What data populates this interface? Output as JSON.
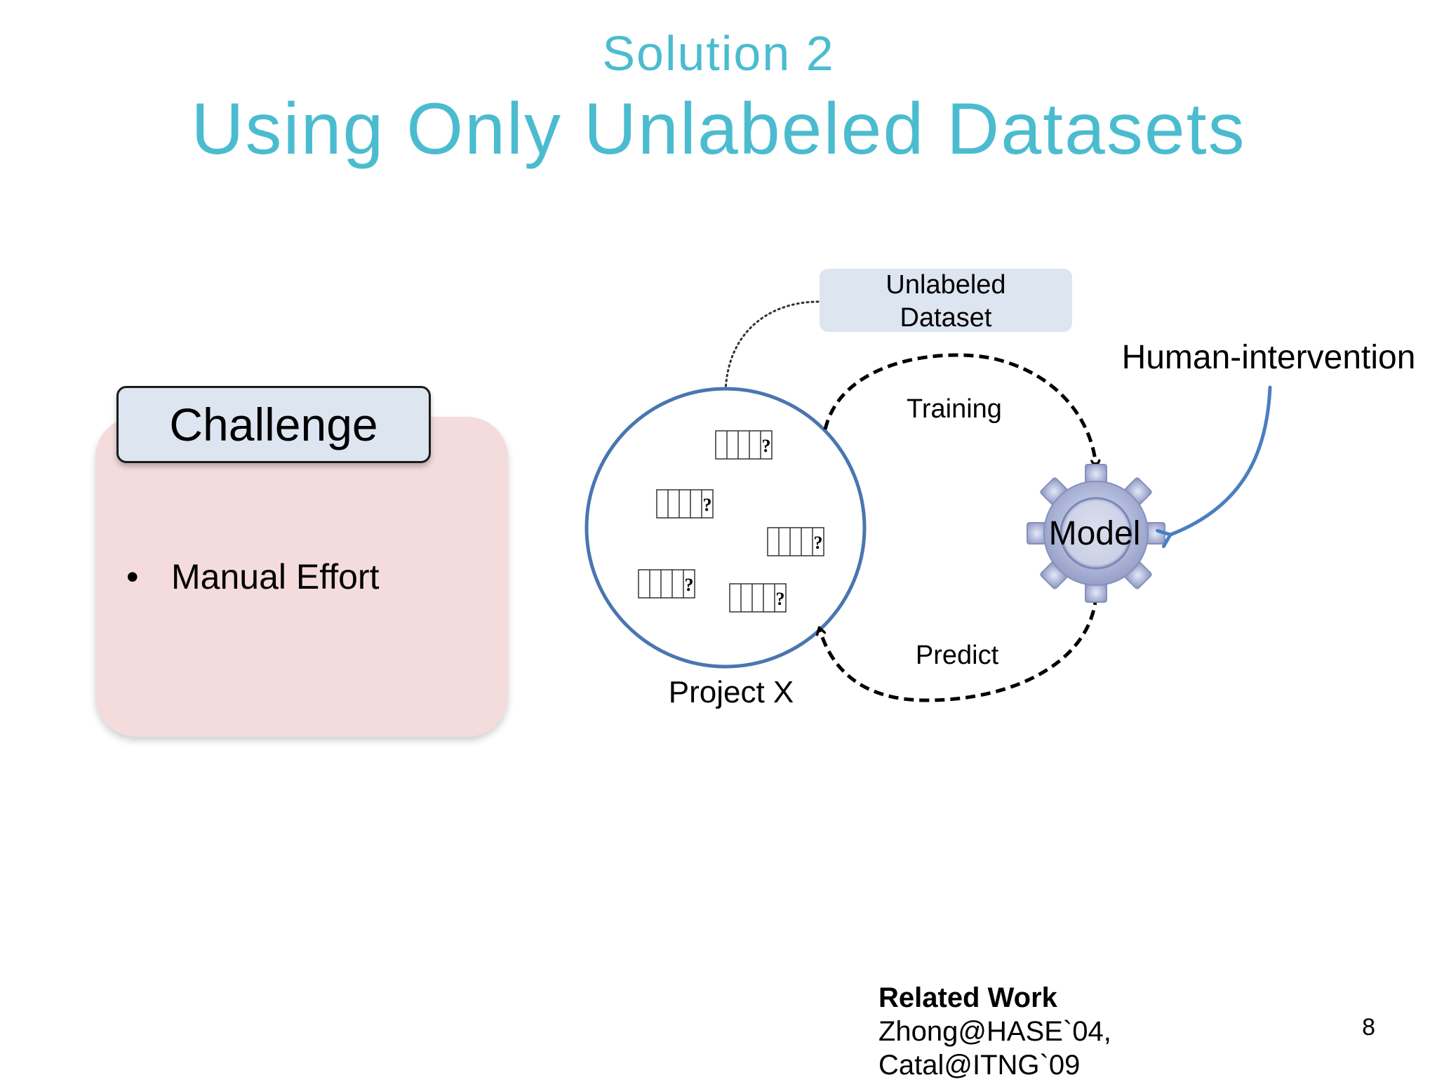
{
  "slide": {
    "subtitle": "Solution 2",
    "title": "Using Only Unlabeled Datasets",
    "page_number": "8"
  },
  "challenge": {
    "header": "Challenge",
    "bullet": "•",
    "items": [
      "Manual Effort"
    ]
  },
  "diagram": {
    "dataset_label_line1": "Unlabeled",
    "dataset_label_line2": "Dataset",
    "project_label": "Project X",
    "instance_symbol": "?",
    "training_label": "Training",
    "predict_label": "Predict",
    "model_label": "Model",
    "human_label": "Human-intervention"
  },
  "related_work": {
    "heading": "Related Work",
    "lines": [
      "Zhong@HASE`04,",
      "Catal@ITNG`09"
    ]
  },
  "colors": {
    "title": "#4bbccf",
    "circle_stroke": "#4a76b0",
    "panel_fill": "#f4dcdc",
    "header_fill": "#dde5f1",
    "dataset_box_fill": "#dde5f1",
    "gear_fill": "#aab3d3",
    "human_arrow": "#4a7fc1"
  }
}
